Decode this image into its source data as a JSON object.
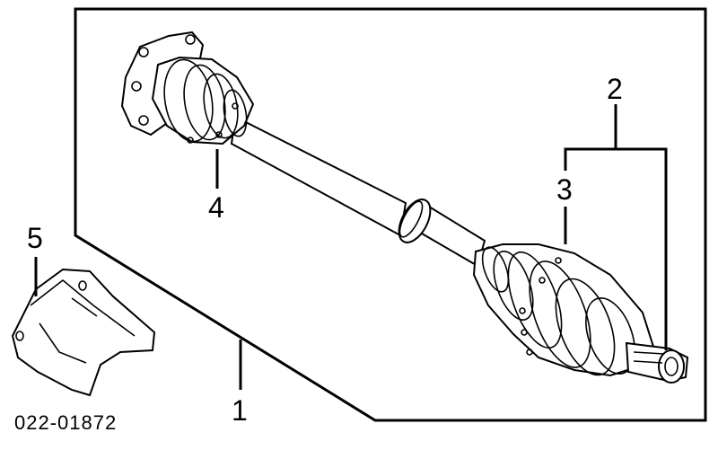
{
  "diagram": {
    "part_number": "022-01872",
    "callouts": [
      {
        "id": "1",
        "text": "1"
      },
      {
        "id": "2",
        "text": "2"
      },
      {
        "id": "3",
        "text": "3"
      },
      {
        "id": "4",
        "text": "4"
      },
      {
        "id": "5",
        "text": "5"
      }
    ]
  }
}
